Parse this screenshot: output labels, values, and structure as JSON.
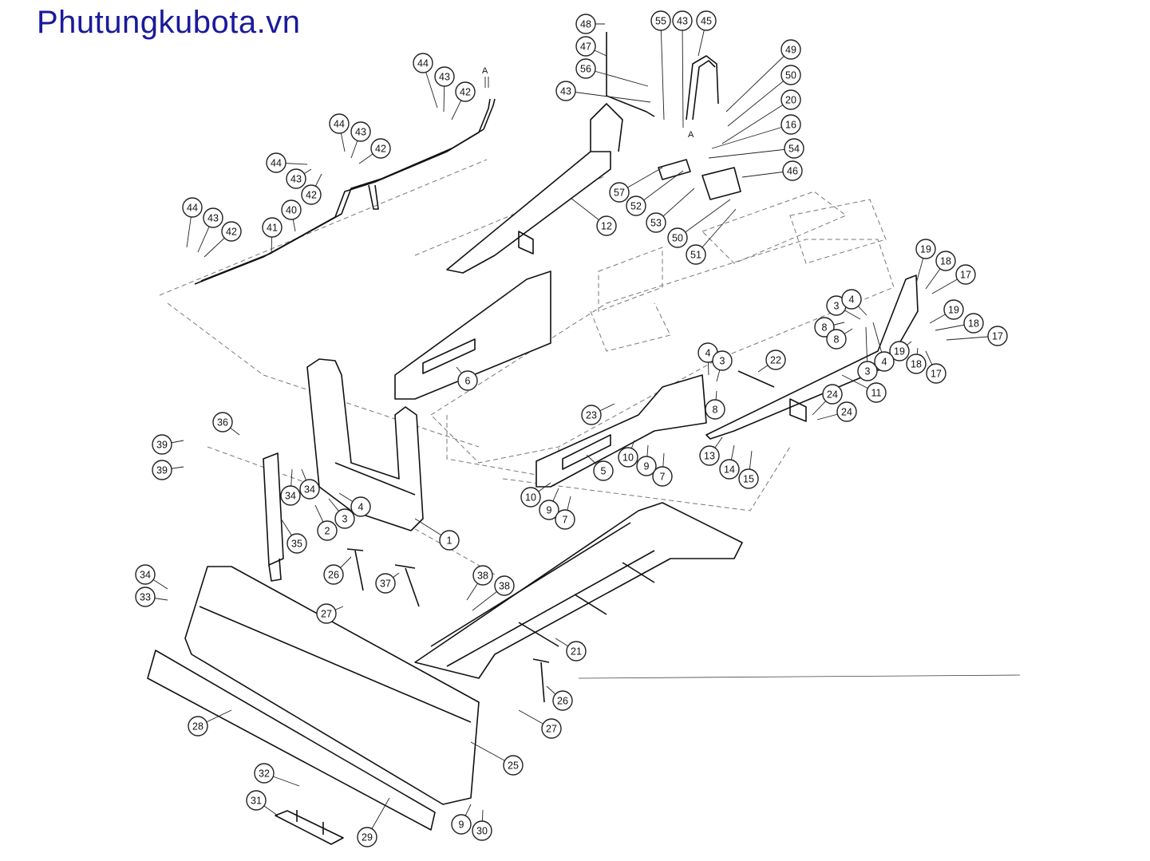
{
  "header": {
    "site_name": "Phutungkubota.vn"
  },
  "arrow_labels": [
    "A",
    "A"
  ],
  "callouts": [
    {
      "id": "c48",
      "label": "48"
    },
    {
      "id": "c47",
      "label": "47"
    },
    {
      "id": "c56",
      "label": "56"
    },
    {
      "id": "c43a",
      "label": "43"
    },
    {
      "id": "c55",
      "label": "55"
    },
    {
      "id": "c43b",
      "label": "43"
    },
    {
      "id": "c45",
      "label": "45"
    },
    {
      "id": "c49",
      "label": "49"
    },
    {
      "id": "c50a",
      "label": "50"
    },
    {
      "id": "c20",
      "label": "20"
    },
    {
      "id": "c16",
      "label": "16"
    },
    {
      "id": "c54",
      "label": "54"
    },
    {
      "id": "c46",
      "label": "46"
    },
    {
      "id": "c57",
      "label": "57"
    },
    {
      "id": "c52",
      "label": "52"
    },
    {
      "id": "c53",
      "label": "53"
    },
    {
      "id": "c50b",
      "label": "50"
    },
    {
      "id": "c51",
      "label": "51"
    },
    {
      "id": "c44a",
      "label": "44"
    },
    {
      "id": "c43c",
      "label": "43"
    },
    {
      "id": "c42a",
      "label": "42"
    },
    {
      "id": "c44b",
      "label": "44"
    },
    {
      "id": "c43d",
      "label": "43"
    },
    {
      "id": "c42b",
      "label": "42"
    },
    {
      "id": "c44c",
      "label": "44"
    },
    {
      "id": "c43e",
      "label": "43"
    },
    {
      "id": "c42c",
      "label": "42"
    },
    {
      "id": "c44d",
      "label": "44"
    },
    {
      "id": "c43f",
      "label": "43"
    },
    {
      "id": "c42d",
      "label": "42"
    },
    {
      "id": "c41",
      "label": "41"
    },
    {
      "id": "c40",
      "label": "40"
    },
    {
      "id": "c12",
      "label": "12"
    },
    {
      "id": "c19a",
      "label": "19"
    },
    {
      "id": "c18a",
      "label": "18"
    },
    {
      "id": "c17a",
      "label": "17"
    },
    {
      "id": "c3a",
      "label": "3"
    },
    {
      "id": "c4a",
      "label": "4"
    },
    {
      "id": "c8a",
      "label": "8"
    },
    {
      "id": "c8b",
      "label": "8"
    },
    {
      "id": "c19b",
      "label": "19"
    },
    {
      "id": "c18b",
      "label": "18"
    },
    {
      "id": "c17b",
      "label": "17"
    },
    {
      "id": "c19c",
      "label": "19"
    },
    {
      "id": "c18c",
      "label": "18"
    },
    {
      "id": "c17c",
      "label": "17"
    },
    {
      "id": "c3b",
      "label": "3"
    },
    {
      "id": "c4b",
      "label": "4"
    },
    {
      "id": "c11",
      "label": "11"
    },
    {
      "id": "c4c",
      "label": "4"
    },
    {
      "id": "c3c",
      "label": "3"
    },
    {
      "id": "c22",
      "label": "22"
    },
    {
      "id": "c8c",
      "label": "8"
    },
    {
      "id": "c24a",
      "label": "24"
    },
    {
      "id": "c24b",
      "label": "24"
    },
    {
      "id": "c6",
      "label": "6"
    },
    {
      "id": "c23",
      "label": "23"
    },
    {
      "id": "c13",
      "label": "13"
    },
    {
      "id": "c14",
      "label": "14"
    },
    {
      "id": "c15",
      "label": "15"
    },
    {
      "id": "c10a",
      "label": "10"
    },
    {
      "id": "c9a",
      "label": "9"
    },
    {
      "id": "c7a",
      "label": "7"
    },
    {
      "id": "c5",
      "label": "5"
    },
    {
      "id": "c10b",
      "label": "10"
    },
    {
      "id": "c9b",
      "label": "9"
    },
    {
      "id": "c7b",
      "label": "7"
    },
    {
      "id": "c36",
      "label": "36"
    },
    {
      "id": "c39a",
      "label": "39"
    },
    {
      "id": "c39b",
      "label": "39"
    },
    {
      "id": "c34a",
      "label": "34"
    },
    {
      "id": "c34b",
      "label": "34"
    },
    {
      "id": "c2",
      "label": "2"
    },
    {
      "id": "c3d",
      "label": "3"
    },
    {
      "id": "c4d",
      "label": "4"
    },
    {
      "id": "c1",
      "label": "1"
    },
    {
      "id": "c35",
      "label": "35"
    },
    {
      "id": "c34c",
      "label": "34"
    },
    {
      "id": "c33",
      "label": "33"
    },
    {
      "id": "c26a",
      "label": "26"
    },
    {
      "id": "c37",
      "label": "37"
    },
    {
      "id": "c38a",
      "label": "38"
    },
    {
      "id": "c38b",
      "label": "38"
    },
    {
      "id": "c27a",
      "label": "27"
    },
    {
      "id": "c21",
      "label": "21"
    },
    {
      "id": "c26b",
      "label": "26"
    },
    {
      "id": "c27b",
      "label": "27"
    },
    {
      "id": "c28",
      "label": "28"
    },
    {
      "id": "c25",
      "label": "25"
    },
    {
      "id": "c32",
      "label": "32"
    },
    {
      "id": "c31",
      "label": "31"
    },
    {
      "id": "c29",
      "label": "29"
    },
    {
      "id": "c9c",
      "label": "9"
    },
    {
      "id": "c30",
      "label": "30"
    }
  ]
}
